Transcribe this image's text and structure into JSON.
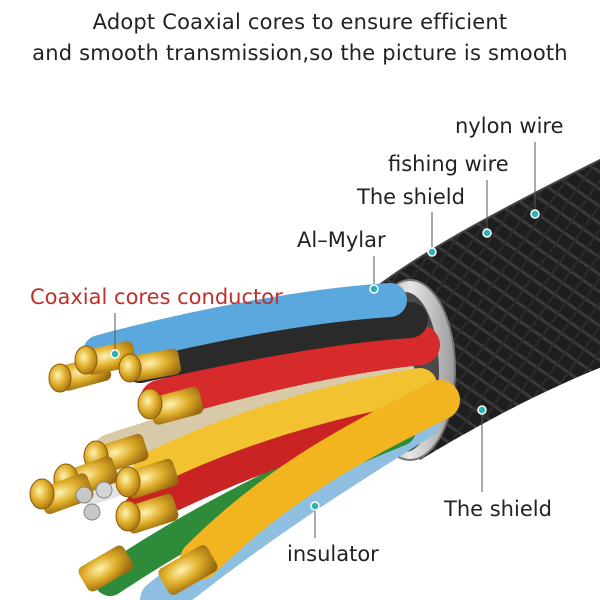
{
  "header": {
    "line1": "Adopt Coaxial cores to ensure efficient",
    "line2": "and smooth transmission,so the picture is smooth"
  },
  "labels": {
    "nylon_wire": "nylon wire",
    "fishing_wire": "fishing wire",
    "the_shield_top": "The shield",
    "al_mylar": "Al–Mylar",
    "coaxial_cores_conductor": "Coaxial cores conductor",
    "the_shield_bottom": "The shield",
    "insulator": "insulator"
  },
  "colors": {
    "text": "#222222",
    "highlight_label": "#c0302a",
    "marker_dot": "#2ab3b0",
    "jacket": "#1c1c1c",
    "shield_ring": "#cfcfcf",
    "gold_tip": "#d9a520",
    "wire_blue": "#5aa8de",
    "wire_black": "#2a2a2a",
    "wire_red": "#d72a2a",
    "wire_yellow": "#f2c230",
    "wire_light_blue": "#8fbfe0",
    "wire_green": "#2e8b3a",
    "wire_white": "#e8e8e8"
  }
}
